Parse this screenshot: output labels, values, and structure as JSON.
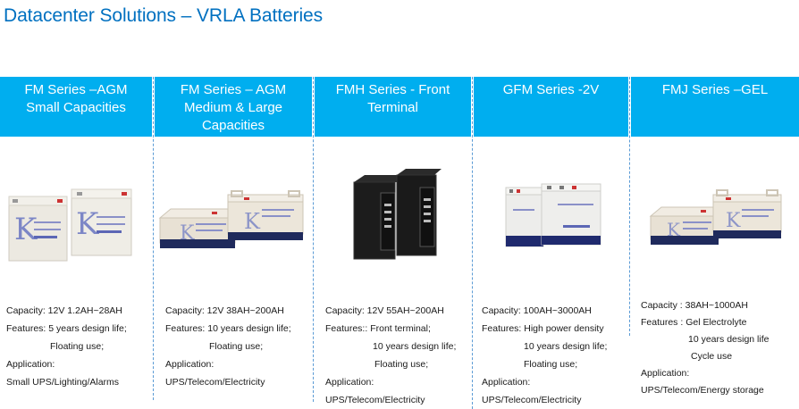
{
  "title": "Datacenter Solutions – VRLA Batteries",
  "colors": {
    "title": "#0070C0",
    "header_bg": "#00AEEF",
    "header_text": "#FFFFFF",
    "divider": "#5B9BD5"
  },
  "columns": [
    {
      "header": [
        "FM Series –AGM",
        "Small Capacities"
      ],
      "image": "battery-pair-small-agm-icon",
      "capacity": "Capacity: 12V 1.2AH~28AH",
      "features_label": "Features: 5 years design life;",
      "features_more": [
        "Floating use;"
      ],
      "application_label": "Application:",
      "application": "Small UPS/Lighting/Alarms"
    },
    {
      "header": [
        "FM Series – AGM",
        "Medium & Large",
        "Capacities"
      ],
      "image": "battery-pair-medium-agm-icon",
      "capacity": "Capacity:  12V 38AH~200AH",
      "features_label": "Features: 10 years design life;",
      "features_more": [
        "Floating use;"
      ],
      "application_label": "Application:",
      "application": "UPS/Telecom/Electricity"
    },
    {
      "header": [
        "FMH Series - Front",
        "Terminal"
      ],
      "image": "battery-pair-front-terminal-icon",
      "capacity": "Capacity:  12V 55AH~200AH",
      "features_label": "Features::  Front terminal;",
      "features_more": [
        "10 years design life;",
        "Floating use;"
      ],
      "application_label": "Application:",
      "application": "UPS/Telecom/Electricity"
    },
    {
      "header": [
        "GFM Series -2V"
      ],
      "image": "battery-pair-2v-icon",
      "capacity": "Capacity:  100AH~3000AH",
      "features_label": "Features:  High power density",
      "features_more": [
        "10 years design life;",
        "Floating use;"
      ],
      "application_label": "Application:",
      "application": "UPS/Telecom/Electricity"
    },
    {
      "header": [
        "FMJ Series –GEL"
      ],
      "image": "battery-pair-gel-icon",
      "capacity": "Capacity :  38AH~1000AH",
      "features_label": "Features :  Gel Electrolyte",
      "features_more": [
        "10 years design life",
        "Cycle use"
      ],
      "application_label": "Application:",
      "application": "UPS/Telecom/Energy storage"
    }
  ]
}
